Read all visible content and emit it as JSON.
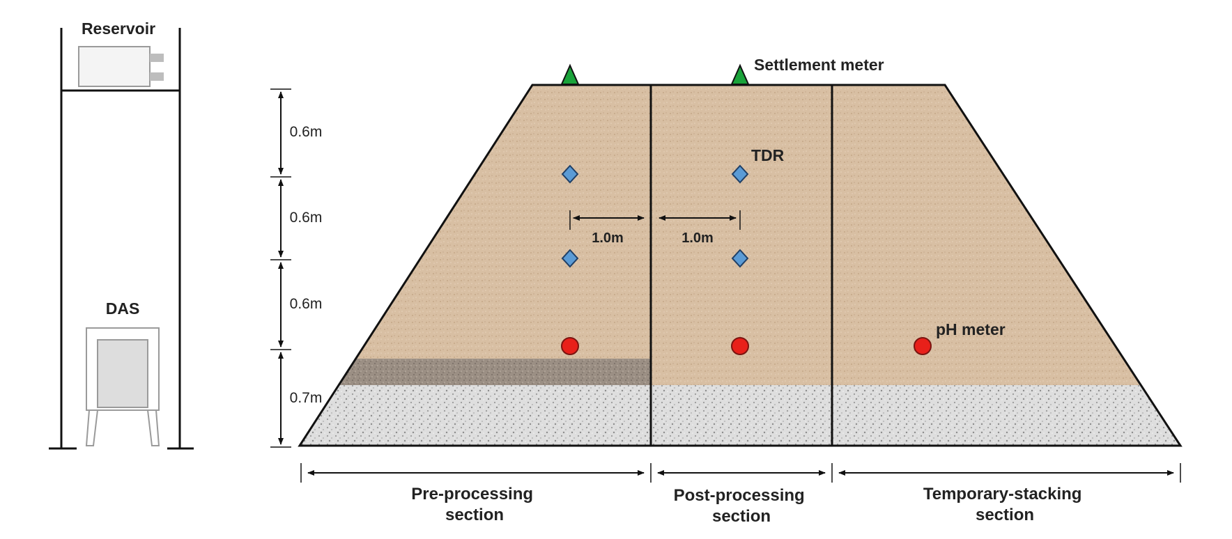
{
  "labels": {
    "reservoir": "Reservoir",
    "das": "DAS",
    "settlement_meter": "Settlement meter",
    "tdr": "TDR",
    "ph_meter": "pH meter"
  },
  "layer_heights": [
    "0.6m",
    "0.6m",
    "0.6m",
    "0.7m"
  ],
  "spacing": [
    "1.0m",
    "1.0m"
  ],
  "sections": [
    {
      "line1": "Pre-processing",
      "line2": "section"
    },
    {
      "line1": "Post-processing",
      "line2": "section"
    },
    {
      "line1": "Temporary-stacking",
      "line2": "section"
    }
  ],
  "colors": {
    "soil": "#d8bfa3",
    "gravel": "#dcdcdc",
    "dark_layer": "#9b8f84",
    "tdr": "#5b9bd5",
    "ph": "#e8201a",
    "settlement": "#1aa33a"
  }
}
